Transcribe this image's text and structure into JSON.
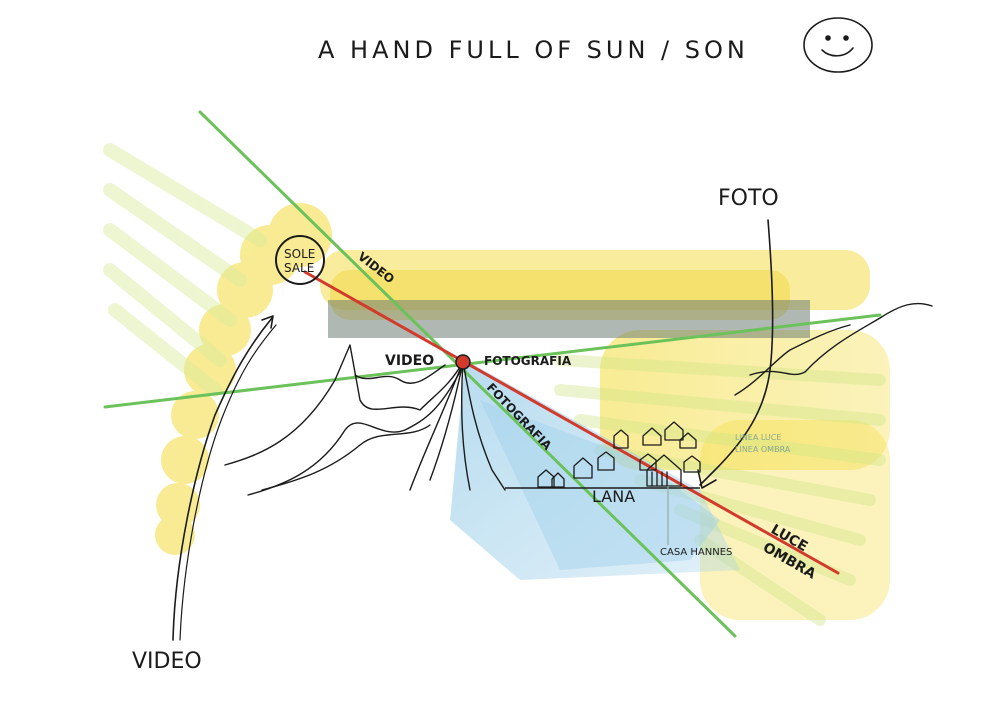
{
  "title": "A HAND FULL OF SUN / SON",
  "labels": {
    "sun_line1": "SOLE",
    "sun_line2": "SALE",
    "video_top": "VIDEO",
    "video_mid": "VIDEO",
    "video_bottom": "VIDEO",
    "fotografia_horizontal": "FOTOGRAFIA",
    "fotografia_diagonal": "FOTOGRAFIA",
    "foto": "FOTO",
    "lana": "LANA",
    "casa_hannes": "CASA HANNES",
    "luce": "LUCE",
    "ombra": "OMBRA",
    "faint_note_1": "LINEA LUCE",
    "faint_note_2": "LINEA OMBRA"
  },
  "icons": {
    "smiley": "smiley-face-icon",
    "sun": "sun-circle-icon",
    "focal_point": "red-dot-icon"
  },
  "colors": {
    "yellow_wash": "#f3dc3c",
    "green_line": "#6cc25a",
    "red_line": "#d23a2c",
    "blue_wash": "#9fd0ea",
    "dark_band": "#6e7d72",
    "ink": "#1b1b1b"
  }
}
